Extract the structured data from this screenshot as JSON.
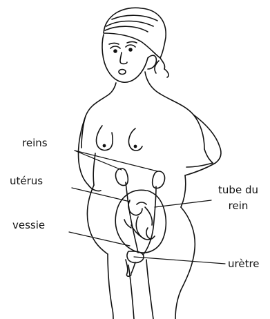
{
  "labels": {
    "reins": "reins",
    "uterus": "utérus",
    "vessie": "vessie",
    "tube_line1": "tube du",
    "tube_line2": "rein",
    "uretre": "urètre"
  }
}
